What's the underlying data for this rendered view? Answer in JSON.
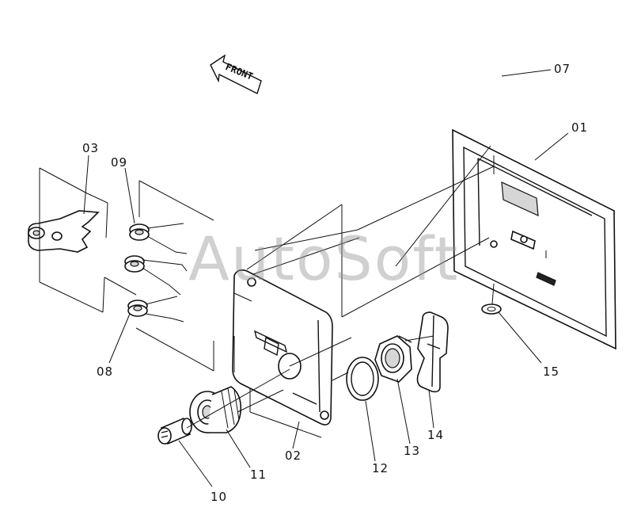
{
  "diagram": {
    "direction_label": "FRONT",
    "watermark": "AutoSoft",
    "callouts": {
      "c01": "01",
      "c02": "02",
      "c03": "03",
      "c07": "07",
      "c08": "08",
      "c09": "09",
      "c10": "10",
      "c11": "11",
      "c12": "12",
      "c13": "13",
      "c14": "14",
      "c15": "15"
    }
  }
}
